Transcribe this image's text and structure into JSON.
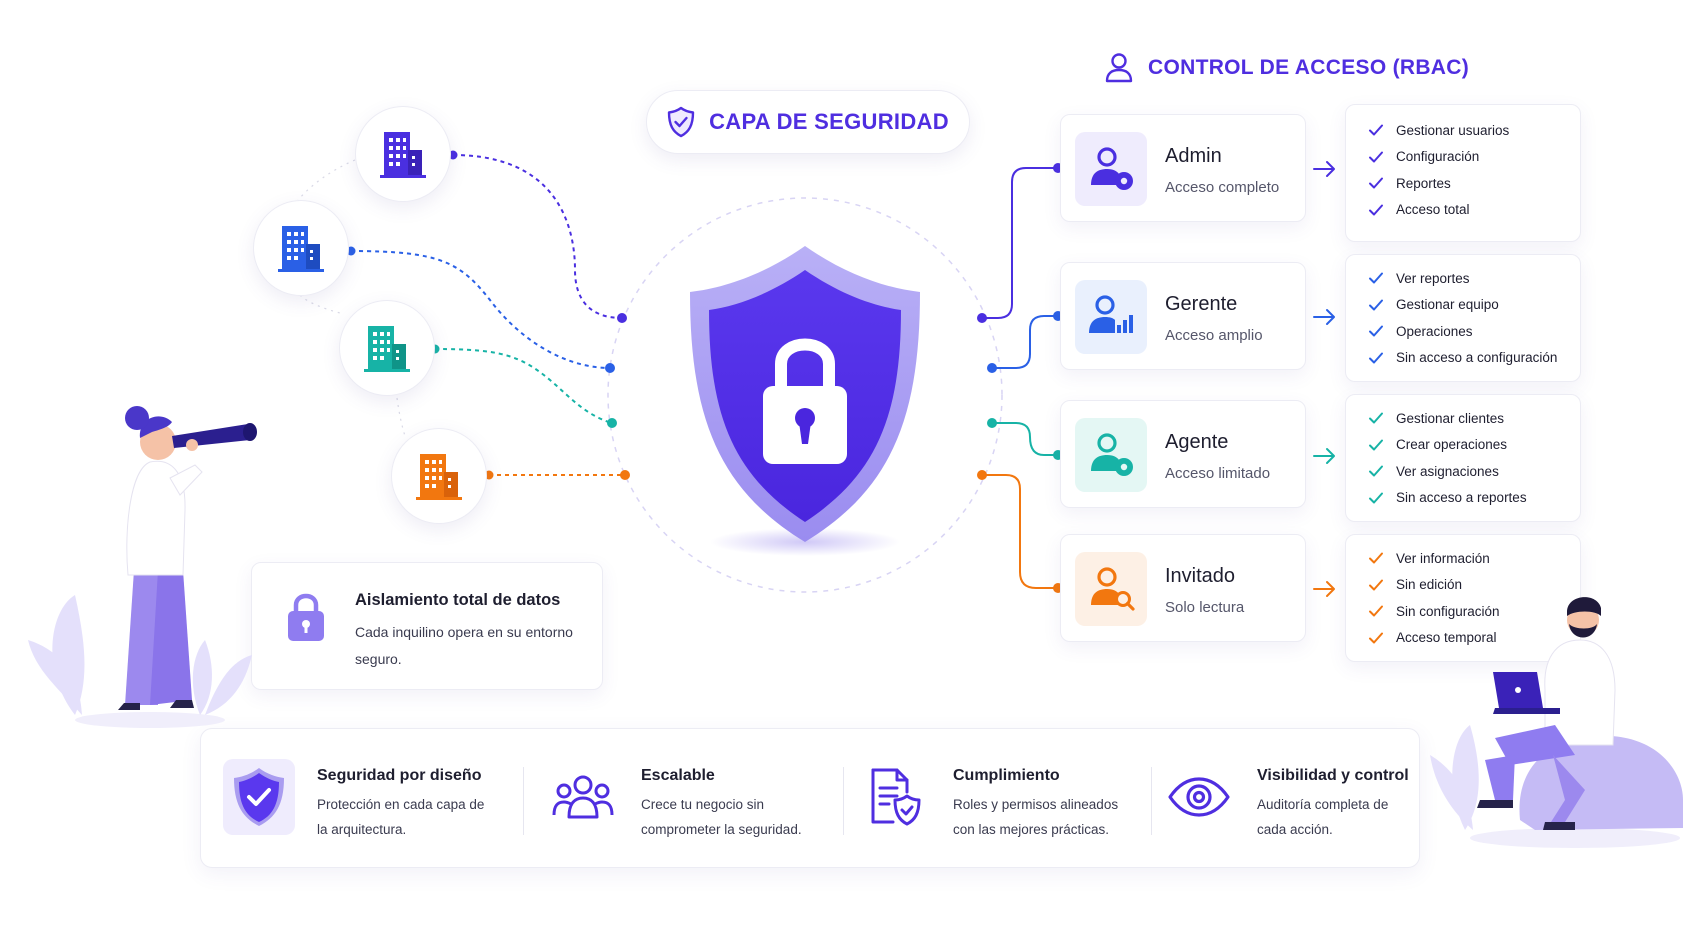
{
  "security_layer": {
    "label": "CAPA DE SEGURIDAD"
  },
  "tenants": [
    {
      "icon": "building-icon",
      "color": "#4a2fe0"
    },
    {
      "icon": "building-icon",
      "color": "#2a60e6"
    },
    {
      "icon": "building-icon",
      "color": "#17b3a6"
    },
    {
      "icon": "building-icon",
      "color": "#f2770f"
    }
  ],
  "rbac": {
    "title": "CONTROL DE ACCESO (RBAC)",
    "roles": [
      {
        "name": "Admin",
        "level": "Acceso completo",
        "color": "#4a2fe0",
        "permissions": [
          "Gestionar usuarios",
          "Configuración",
          "Reportes",
          "Acceso total"
        ]
      },
      {
        "name": "Gerente",
        "level": "Acceso amplio",
        "color": "#2a60e6",
        "permissions": [
          "Ver reportes",
          "Gestionar equipo",
          "Operaciones",
          "Sin acceso a configuración"
        ]
      },
      {
        "name": "Agente",
        "level": "Acceso limitado",
        "color": "#17b3a6",
        "permissions": [
          "Gestionar clientes",
          "Crear operaciones",
          "Ver asignaciones",
          "Sin acceso a reportes"
        ]
      },
      {
        "name": "Invitado",
        "level": "Solo lectura",
        "color": "#f2770f",
        "permissions": [
          "Ver información",
          "Sin edición",
          "Sin configuración",
          "Acceso temporal"
        ]
      }
    ]
  },
  "isolation": {
    "title": "Aislamiento total de datos",
    "description": "Cada inquilino opera en su entorno seguro."
  },
  "features": [
    {
      "icon": "shield-check-icon",
      "title": "Seguridad por diseño",
      "description": "Protección en cada capa de la arquitectura."
    },
    {
      "icon": "users-icon",
      "title": "Escalable",
      "description": "Crece tu negocio sin comprometer la seguridad."
    },
    {
      "icon": "document-shield-icon",
      "title": "Cumplimiento",
      "description": "Roles y permisos alineados con las mejores prácticas."
    },
    {
      "icon": "eye-icon",
      "title": "Visibilidad y control",
      "description": "Auditoría completa de cada acción."
    }
  ],
  "colors": {
    "primary": "#4f2ee0",
    "admin": "#4a2fe0",
    "manager": "#2a60e6",
    "agent": "#17b3a6",
    "guest": "#f2770f",
    "lavender": "#a99cf0"
  }
}
